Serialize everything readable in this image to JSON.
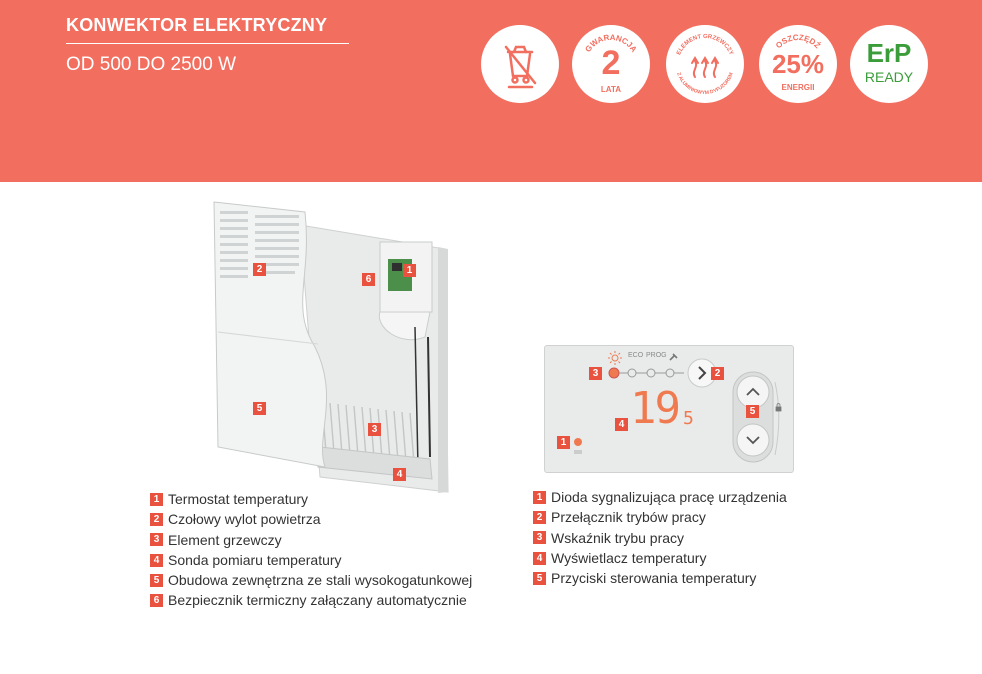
{
  "header": {
    "title": "KONWEKTOR ELEKTRYCZNY",
    "subtitle": "OD 500 DO 2500 W"
  },
  "badges": {
    "warranty": {
      "top": "GWARANCJA",
      "number": "2",
      "bottom": "LATA"
    },
    "element": {
      "top": "ELEMENT GRZEWCZY",
      "bottom": "Z ALUMINIOWYM DYFUZOREM"
    },
    "savings": {
      "top": "OSZCZĘDŹ",
      "number": "25%",
      "bottom": "ENERGII"
    },
    "erp": {
      "top": "ErP",
      "bottom": "READY"
    }
  },
  "heater_markers": [
    "1",
    "2",
    "3",
    "4",
    "5",
    "6"
  ],
  "panel": {
    "labels": {
      "eco": "ECO",
      "prog": "PROG"
    },
    "display_value": "19",
    "display_suffix": "5",
    "markers": [
      "1",
      "2",
      "3",
      "4",
      "5"
    ]
  },
  "left_list": [
    {
      "num": "1",
      "text": "Termostat temperatury"
    },
    {
      "num": "2",
      "text": "Czołowy wylot powietrza"
    },
    {
      "num": "3",
      "text": "Element grzewczy"
    },
    {
      "num": "4",
      "text": "Sonda pomiaru temperatury"
    },
    {
      "num": "5",
      "text": "Obudowa zewnętrzna ze stali wysokogatunkowej"
    },
    {
      "num": "6",
      "text": "Bezpiecznik termiczny załączany automatycznie"
    }
  ],
  "right_list": [
    {
      "num": "1",
      "text": "Dioda sygnalizująca pracę urządzenia"
    },
    {
      "num": "2",
      "text": "Przełącznik trybów pracy"
    },
    {
      "num": "3",
      "text": "Wskaźnik trybu pracy"
    },
    {
      "num": "4",
      "text": "Wyświetlacz temperatury"
    },
    {
      "num": "5",
      "text": "Przyciski sterowania temperatury"
    }
  ],
  "colors": {
    "banner": "#f26e5f",
    "marker": "#e8523f",
    "display": "#f07a4f",
    "erp": "#3a9d3a"
  }
}
